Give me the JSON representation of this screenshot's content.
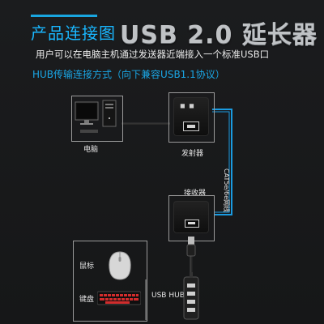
{
  "header": {
    "title_left": "产品连接图",
    "title_right": "USB 2.0 延长器"
  },
  "subtitle": "用户可以在电脑主机通过发送器近端接入一个标准USB口",
  "mode_line": "HUB传输连接方式（向下兼容USB1.1协议）",
  "devices": {
    "computer": "电脑",
    "transmitter": "发射器",
    "receiver": "接收器",
    "mouse": "鼠标",
    "keyboard": "键盘",
    "usb_hub": "USB HUB"
  },
  "cable_label": "CAT5e/6e网线",
  "colors": {
    "accent_blue": "#19a6e0",
    "cable_blue": "#1a9be1",
    "frame_gray": "#9a9a9a"
  }
}
